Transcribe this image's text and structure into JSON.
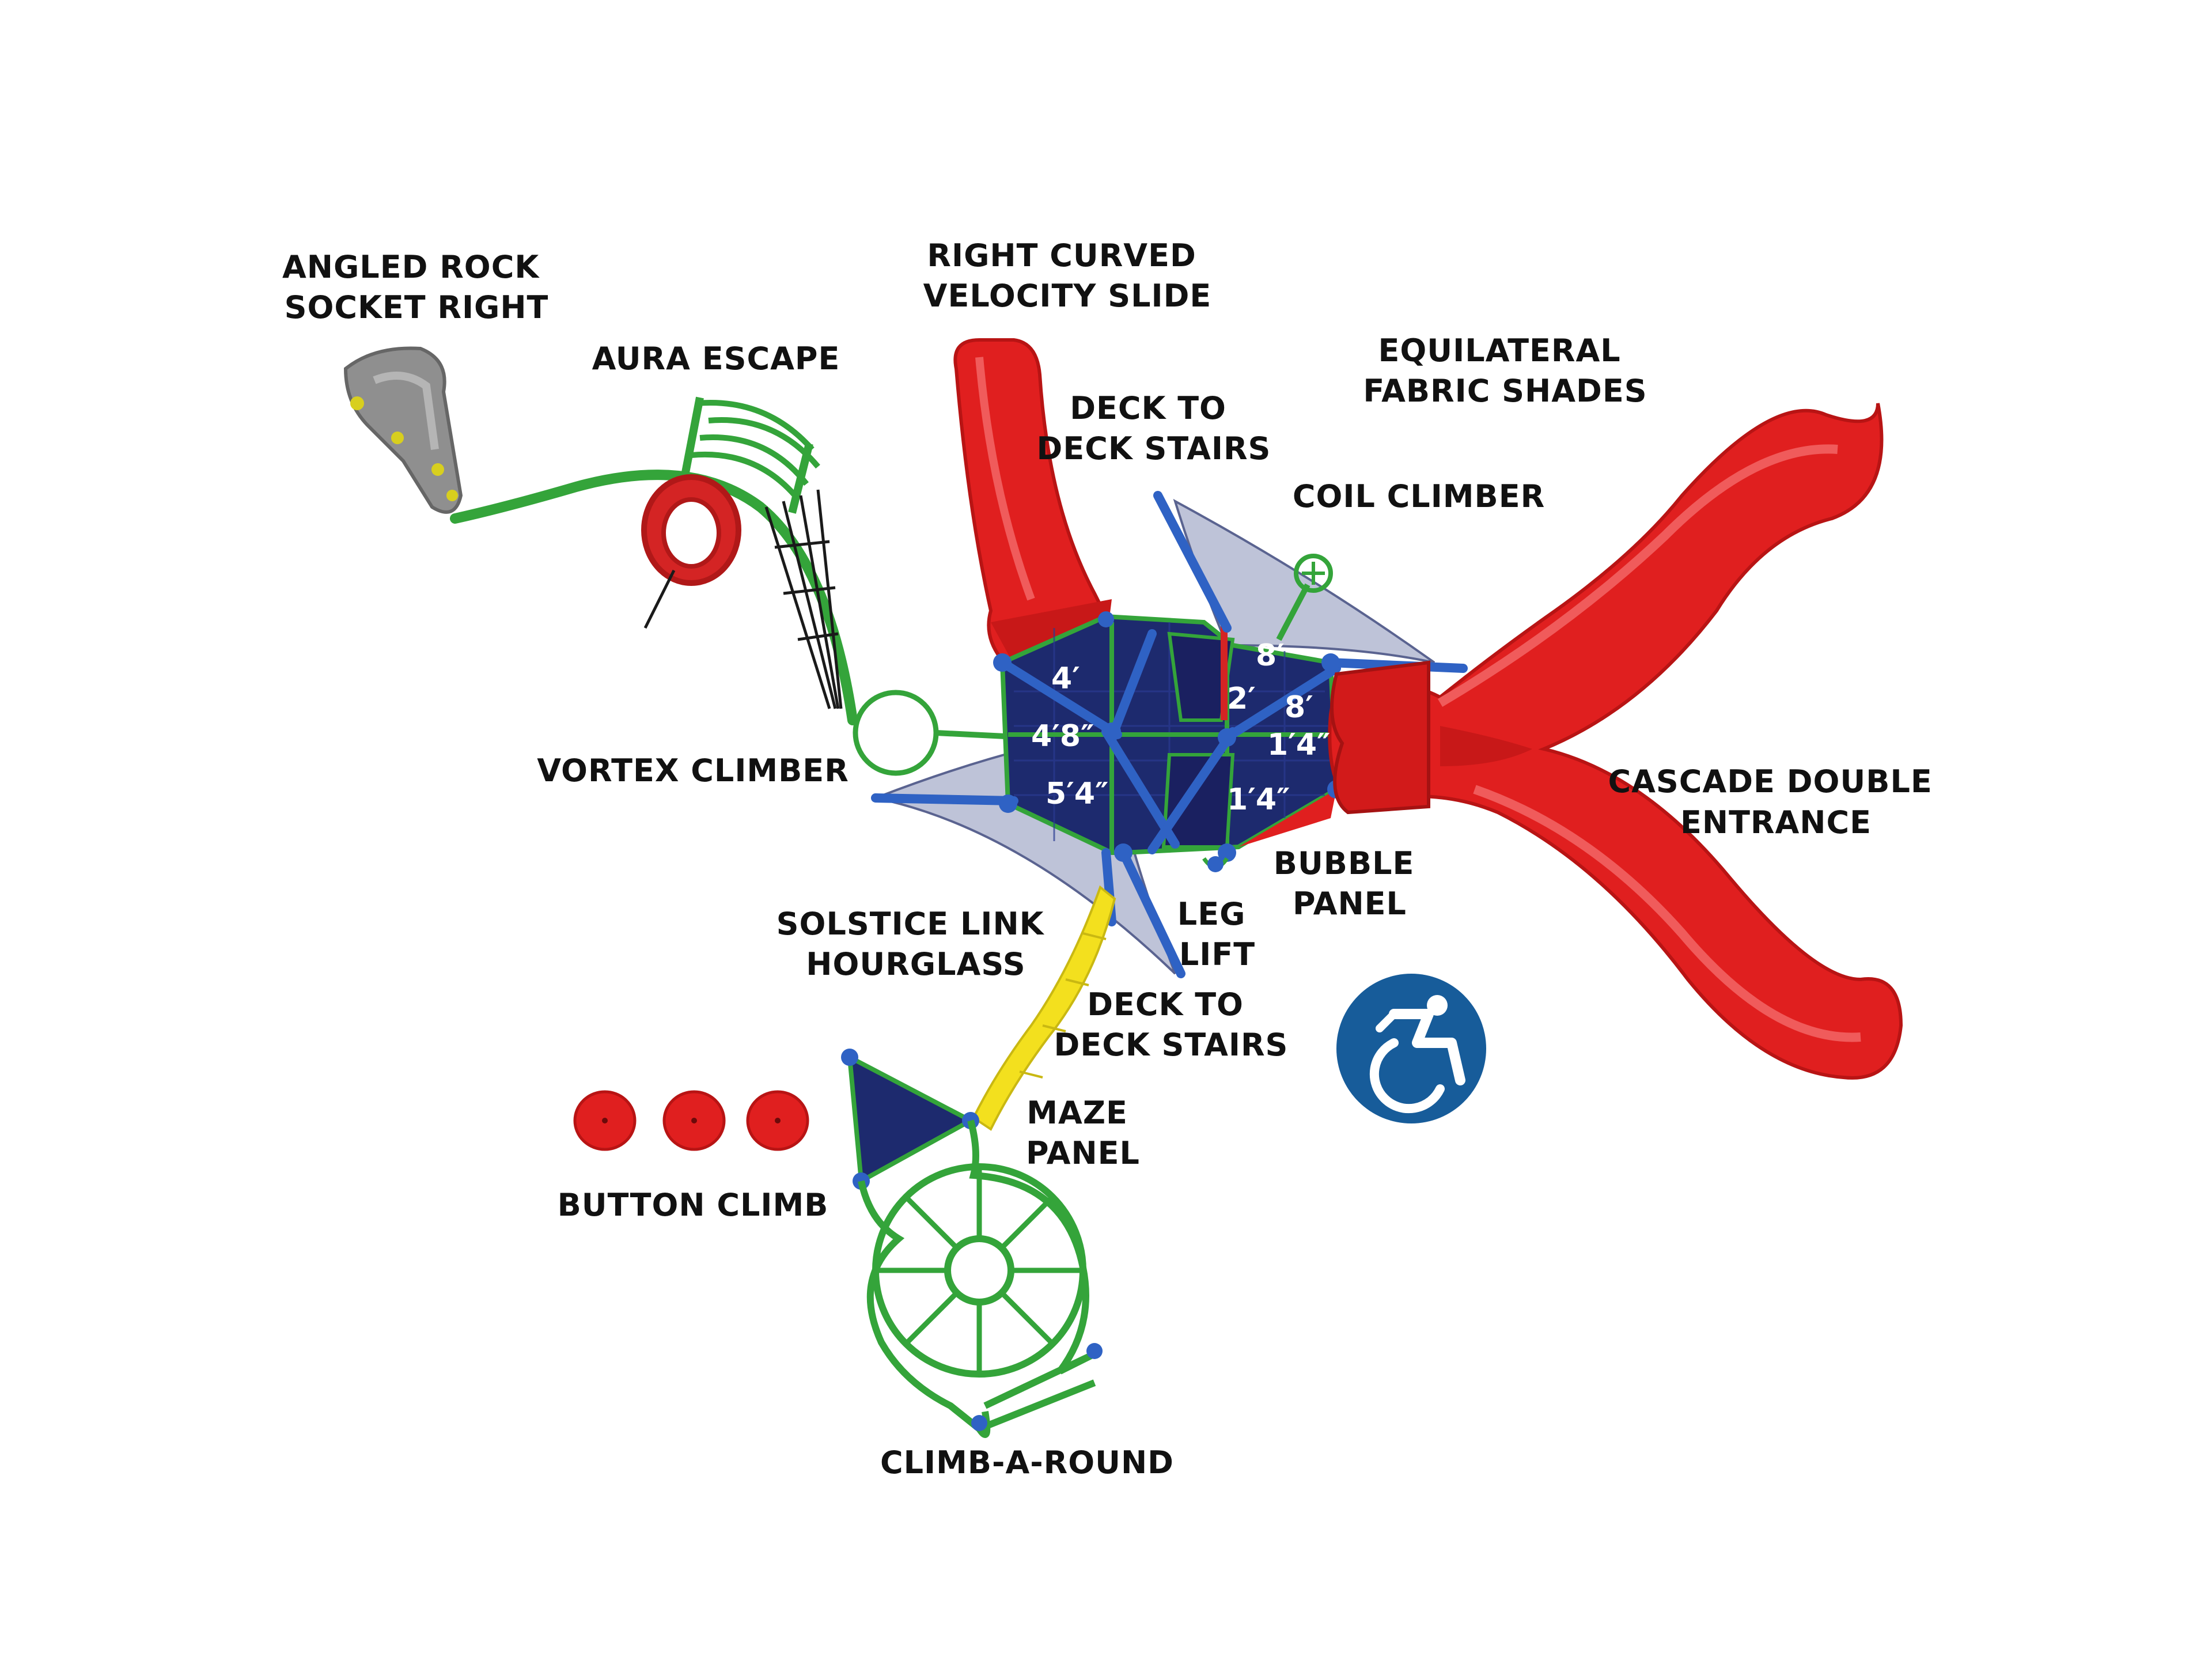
{
  "colors": {
    "red": "#e01f1f",
    "green": "#34a43a",
    "blue": "#2f62c4",
    "yellow": "#f3e01e",
    "deck": "#1d2a6e",
    "shade": "#8892b8",
    "access_badge": "#175c9a"
  },
  "labels": {
    "angled_rock": [
      "ANGLED ROCK",
      "SOCKET RIGHT"
    ],
    "aura_escape": [
      "AURA ESCAPE"
    ],
    "right_curved_slide": [
      "RIGHT CURVED",
      "VELOCITY SLIDE"
    ],
    "deck_stairs_top": [
      "DECK TO",
      "DECK STAIRS"
    ],
    "equilateral_shades": [
      "EQUILATERAL",
      "FABRIC SHADES"
    ],
    "coil_climber": [
      "COIL CLIMBER"
    ],
    "vortex_climber": [
      "VORTEX CLIMBER"
    ],
    "cascade_double": [
      "CASCADE DOUBLE",
      "ENTRANCE"
    ],
    "bubble_panel": [
      "BUBBLE",
      "PANEL"
    ],
    "solstice_link": [
      "SOLSTICE LINK",
      "HOURGLASS"
    ],
    "leg_lift": [
      "LEG",
      "LIFT"
    ],
    "deck_stairs_bottom": [
      "DECK TO",
      "DECK STAIRS"
    ],
    "maze_panel": [
      "MAZE",
      "PANEL"
    ],
    "button_climb": [
      "BUTTON CLIMB"
    ],
    "climb_a_round": [
      "CLIMB-A-ROUND"
    ]
  },
  "deck_heights": {
    "h1": "4′",
    "h2": "4′8″",
    "h3": "5′4″",
    "h4": "8′",
    "h5": "2′",
    "h6": "8′",
    "h7": "1′4″",
    "h8": "1′4″"
  },
  "icons": {
    "accessibility": "wheelchair-accessible-icon"
  }
}
